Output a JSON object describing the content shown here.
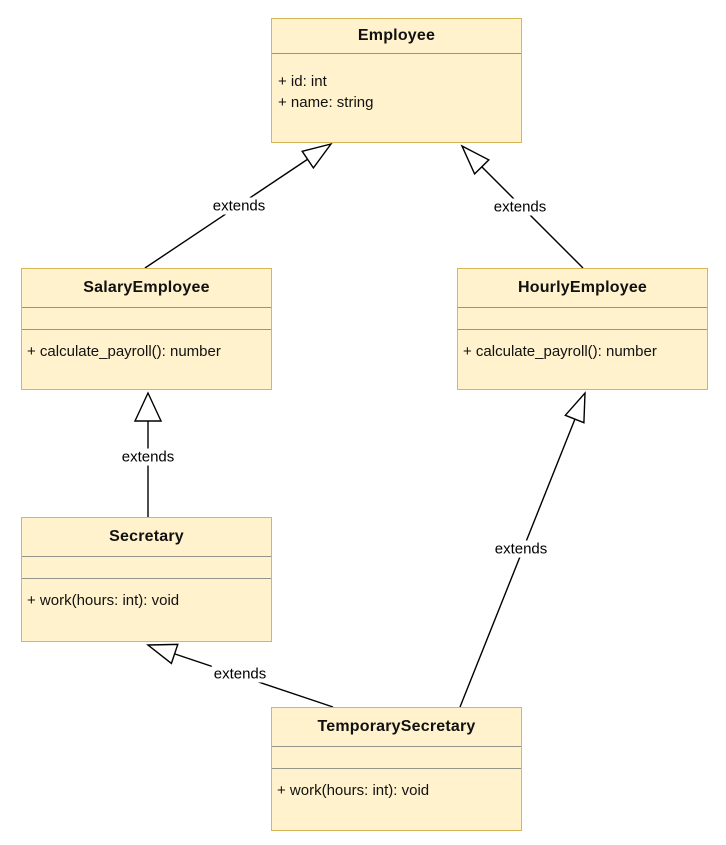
{
  "diagram": {
    "kind": "uml-class-diagram",
    "background_color": "#ffffff",
    "node_fill_color": "#FFF2CC",
    "node_border_color": "#D6B656",
    "section_divider_color": "#96958b",
    "edge_color": "#000000",
    "text_color": "#111111"
  },
  "classes": [
    {
      "name": "Employee",
      "attributes": [
        "+ id: int",
        "+ name: string"
      ],
      "methods": []
    },
    {
      "name": "SalaryEmployee",
      "attributes": [],
      "methods": [
        "+ calculate_payroll(): number"
      ]
    },
    {
      "name": "HourlyEmployee",
      "attributes": [],
      "methods": [
        "+ calculate_payroll(): number"
      ]
    },
    {
      "name": "Secretary",
      "attributes": [],
      "methods": [
        "+ work(hours: int): void"
      ]
    },
    {
      "name": "TemporarySecretary",
      "attributes": [],
      "methods": [
        "+ work(hours: int): void"
      ]
    }
  ],
  "edges": [
    {
      "from": "SalaryEmployee",
      "to": "Employee",
      "relation": "generalization",
      "label": "extends"
    },
    {
      "from": "HourlyEmployee",
      "to": "Employee",
      "relation": "generalization",
      "label": "extends"
    },
    {
      "from": "Secretary",
      "to": "SalaryEmployee",
      "relation": "generalization",
      "label": "extends"
    },
    {
      "from": "TemporarySecretary",
      "to": "Secretary",
      "relation": "generalization",
      "label": "extends"
    },
    {
      "from": "TemporarySecretary",
      "to": "HourlyEmployee",
      "relation": "generalization",
      "label": "extends"
    }
  ]
}
